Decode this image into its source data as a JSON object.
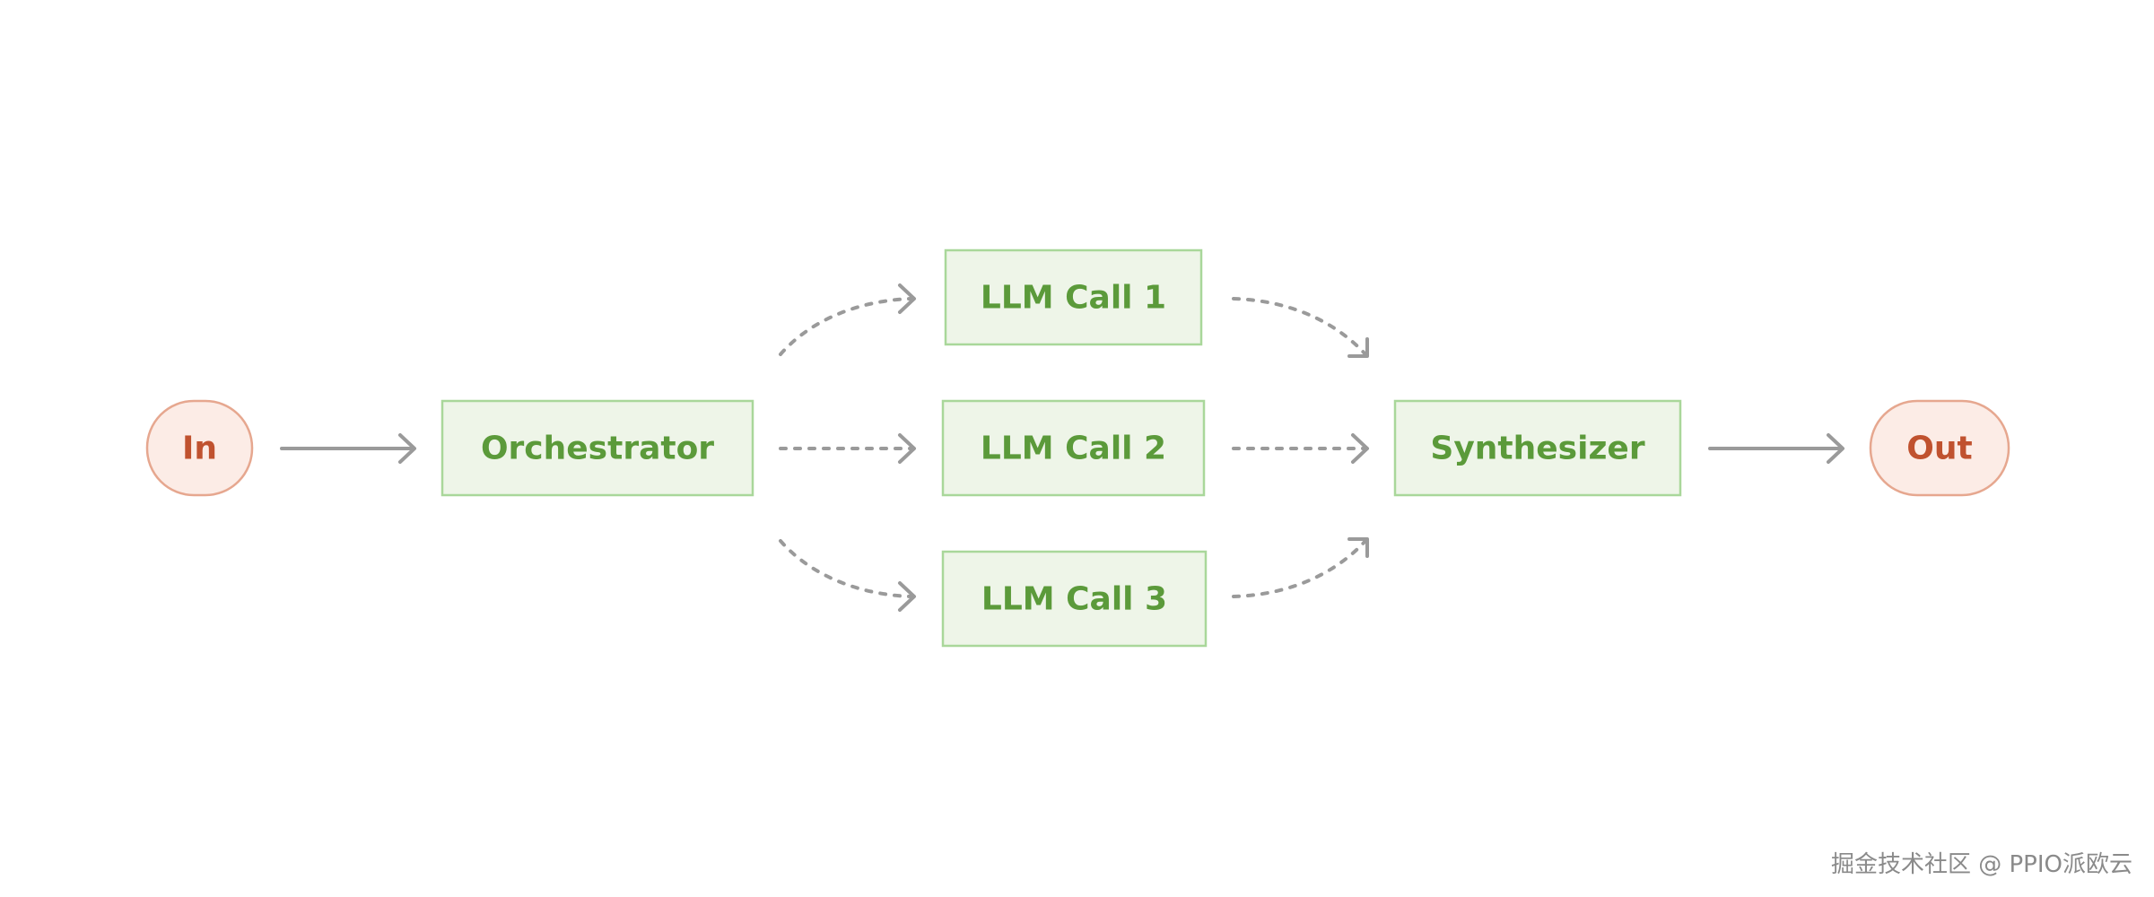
{
  "nodes": {
    "input": "In",
    "orchestrator": "Orchestrator",
    "llm_call_1": "LLM Call 1",
    "llm_call_2": "LLM Call 2",
    "llm_call_3": "LLM Call 3",
    "synthesizer": "Synthesizer",
    "output": "Out"
  },
  "watermark": "掘金技术社区 @ PPIO派欧云",
  "colors": {
    "box_fill": "#eef5e8",
    "box_stroke": "#a9d79a",
    "box_text": "#5b9a3a",
    "pill_fill": "#fcece6",
    "pill_stroke": "#e6a78f",
    "pill_text": "#c0522f",
    "edge": "#9a9a9a"
  }
}
